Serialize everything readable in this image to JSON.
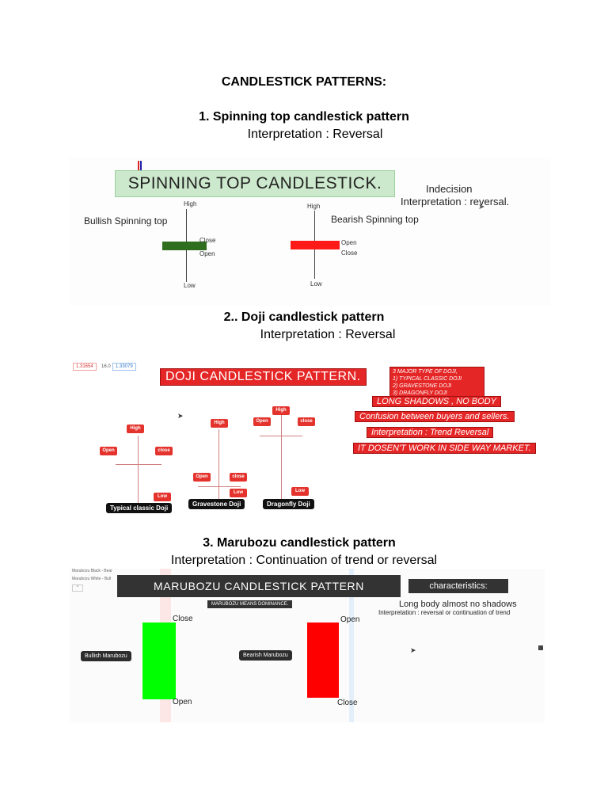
{
  "title": "CANDLESTICK PATTERNS:",
  "sections": [
    {
      "heading": "1.  Spinning top candlestick pattern",
      "interpretation": "Interpretation : Reversal"
    },
    {
      "heading": "2.. Doji candlestick pattern",
      "interpretation": "Interpretation : Reversal"
    },
    {
      "heading": "3. Marubozu candlestick pattern",
      "interpretation": "Interpretation : Continuation of trend or reversal"
    }
  ],
  "fig1": {
    "banner": "SPINNING TOP CANDLESTICK.",
    "note1": "Indecision",
    "note2": "Interpretation : reversal.",
    "bullish_label": "Bullish Spinning top",
    "bearish_label": "Bearish Spinning top",
    "high": "High",
    "low": "Low",
    "open": "Open",
    "close": "Close",
    "bullish_color": "#2e6e1e",
    "bearish_color": "#ff1a1a"
  },
  "fig2": {
    "tb1": "1.31654",
    "tb2": "16.0",
    "tb3": "1.33079",
    "banner": "DOJI CANDLESTICK PATTERN.",
    "types_box": [
      "3 MAJOR TYPE OF DOJI,",
      "1) TYPICAL CLASSIC DOJI",
      "2) GRAVESTONE DOJI",
      "3) DRAGONFLY DOJI"
    ],
    "long_shadows": "LONG SHADOWS , NO BODY",
    "confusion": "Confusion between buyers and sellers.",
    "interp": "Interpretation : Trend Reversal",
    "sideway": "IT DOSEN'T WORK IN SIDE WAY MARKET.",
    "high": "High",
    "low": "Low",
    "open": "Open",
    "close": "close",
    "typical": "Typical classic Doji",
    "gravestone": "Gravestone Doji",
    "dragonfly": "Dragonfly Doji"
  },
  "fig3": {
    "legend1": "Marubozu Black - Bear",
    "legend2": "Marubozu White - Bull",
    "banner": "MARUBOZU CANDLESTICK PATTERN",
    "sub_banner": "MARUBOZU MEANS DOMINANCE.",
    "characteristics": "characteristics:",
    "char1": "Long body almost no shadows",
    "char2": "Interpretation : reversal or continuation of trend",
    "bullish_tag": "Bullish Marubozu",
    "bearish_tag": "Bearish Marubozu",
    "close": "Close",
    "open": "Open",
    "bullish_color": "#00ff00",
    "bearish_color": "#ff0000"
  }
}
